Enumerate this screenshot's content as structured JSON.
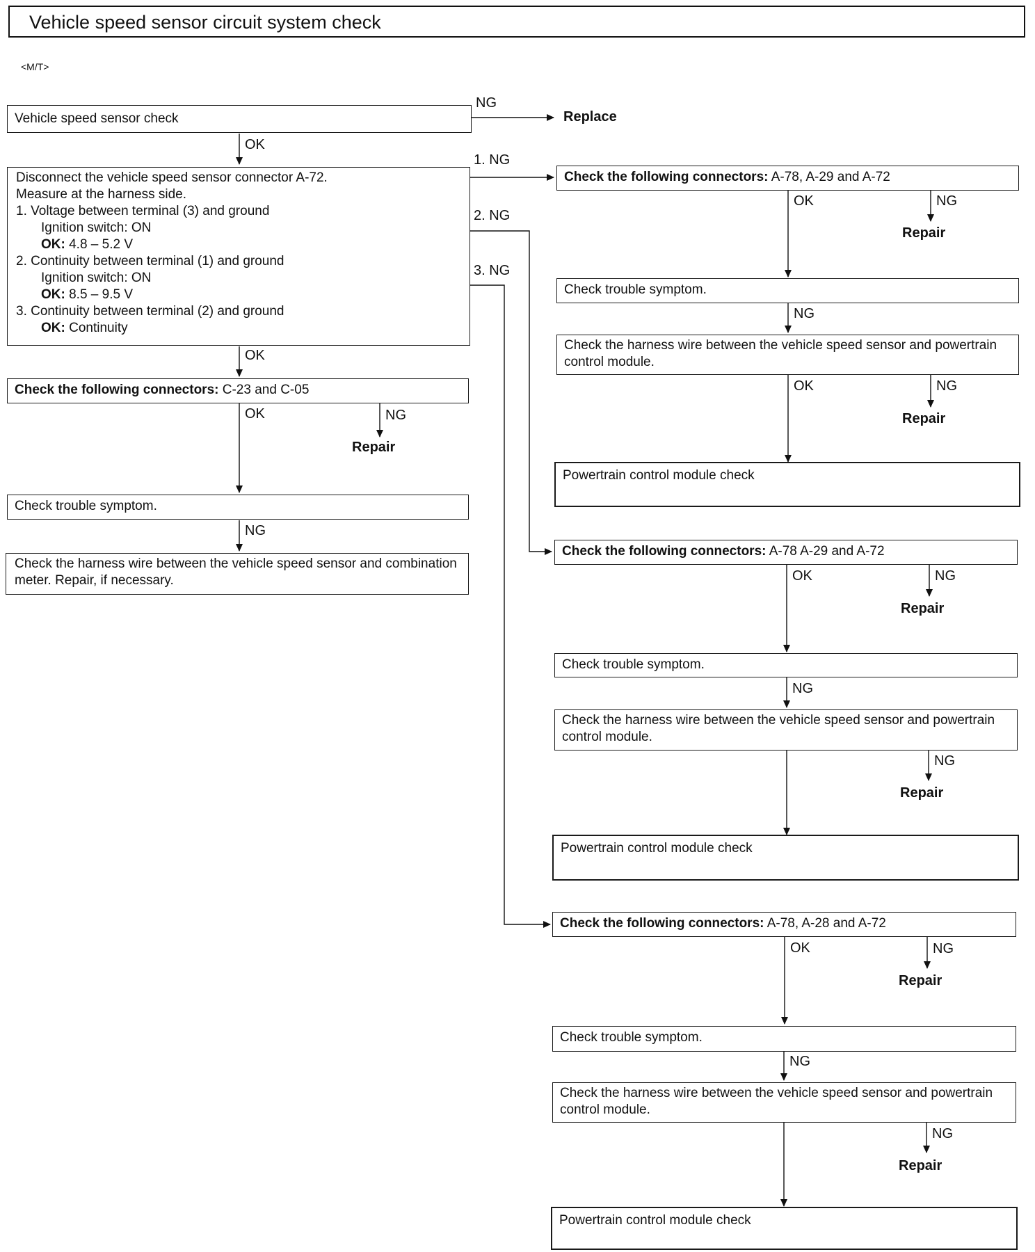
{
  "page": {
    "title": "Vehicle speed sensor circuit system check",
    "variant": "<M/T>"
  },
  "main": {
    "sensor_check": "Vehicle speed sensor check",
    "ng": "NG",
    "ok": "OK",
    "replace": "Replace",
    "repair": "Repair",
    "branch_1": "1.  NG",
    "branch_2": "2.  NG",
    "branch_3": "3.  NG",
    "measure": {
      "line1": "Disconnect the vehicle speed sensor connector A-72.",
      "line2": "Measure at the harness side.",
      "item1": "1.  Voltage between terminal (3) and ground",
      "item1_cond": "Ignition switch: ON",
      "item1_ok_label": "OK:",
      "item1_ok_value": " 4.8 – 5.2 V",
      "item2": "2.  Continuity between terminal (1) and ground",
      "item2_cond": "Ignition switch: ON",
      "item2_ok_label": "OK:",
      "item2_ok_value": " 8.5 – 9.5 V",
      "item3": "3.  Continuity between terminal (2) and ground",
      "item3_ok_label": "OK:",
      "item3_ok_value": " Continuity"
    },
    "connectors_left_label": "Check the following connectors:",
    "connectors_left_value": " C-23 and C-05",
    "trouble_symptom": "Check trouble symptom.",
    "harness_meter": "Check the harness wire between the vehicle speed sensor and combination meter. Repair, if necessary."
  },
  "right": {
    "connectors_label": "Check the following connectors:",
    "connectors_1": " A-78, A-29 and A-72",
    "connectors_2": " A-78 A-29 and A-72",
    "connectors_3": " A-78, A-28 and A-72",
    "trouble_symptom": "Check trouble symptom.",
    "harness_pcm": "Check the harness wire between the vehicle speed sensor and powertrain control module.",
    "pcm_check": "Powertrain control module check"
  }
}
